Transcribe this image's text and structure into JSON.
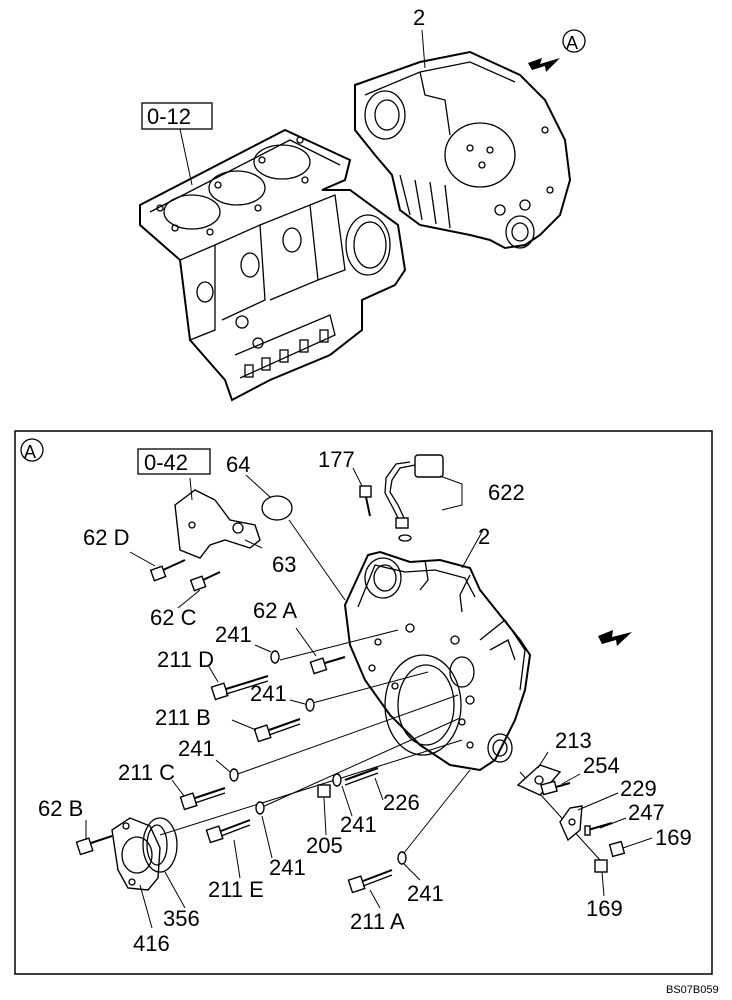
{
  "refs": {
    "top_ref": "0-12",
    "detail_ref": "0-42",
    "view_marker": "A",
    "detail_marker": "A"
  },
  "callouts": {
    "c2_top": "2",
    "c2": "2",
    "c64": "64",
    "c177": "177",
    "c622": "622",
    "c62d": "62 D",
    "c63": "63",
    "c62c": "62 C",
    "c62a": "62 A",
    "c241_a": "241",
    "c211d": "211 D",
    "c241_b": "241",
    "c211b": "211 B",
    "c241_c": "241",
    "c211c": "211 C",
    "c213": "213",
    "c254": "254",
    "c229": "229",
    "c247": "247",
    "c169_a": "169",
    "c169_b": "169",
    "c226": "226",
    "c241_d": "241",
    "c205": "205",
    "c241_e": "241",
    "c62b": "62 B",
    "c211e": "211 E",
    "c241_f": "241",
    "c211a": "211 A",
    "c356": "356",
    "c416": "416"
  },
  "drawing_code": "BS07B059"
}
